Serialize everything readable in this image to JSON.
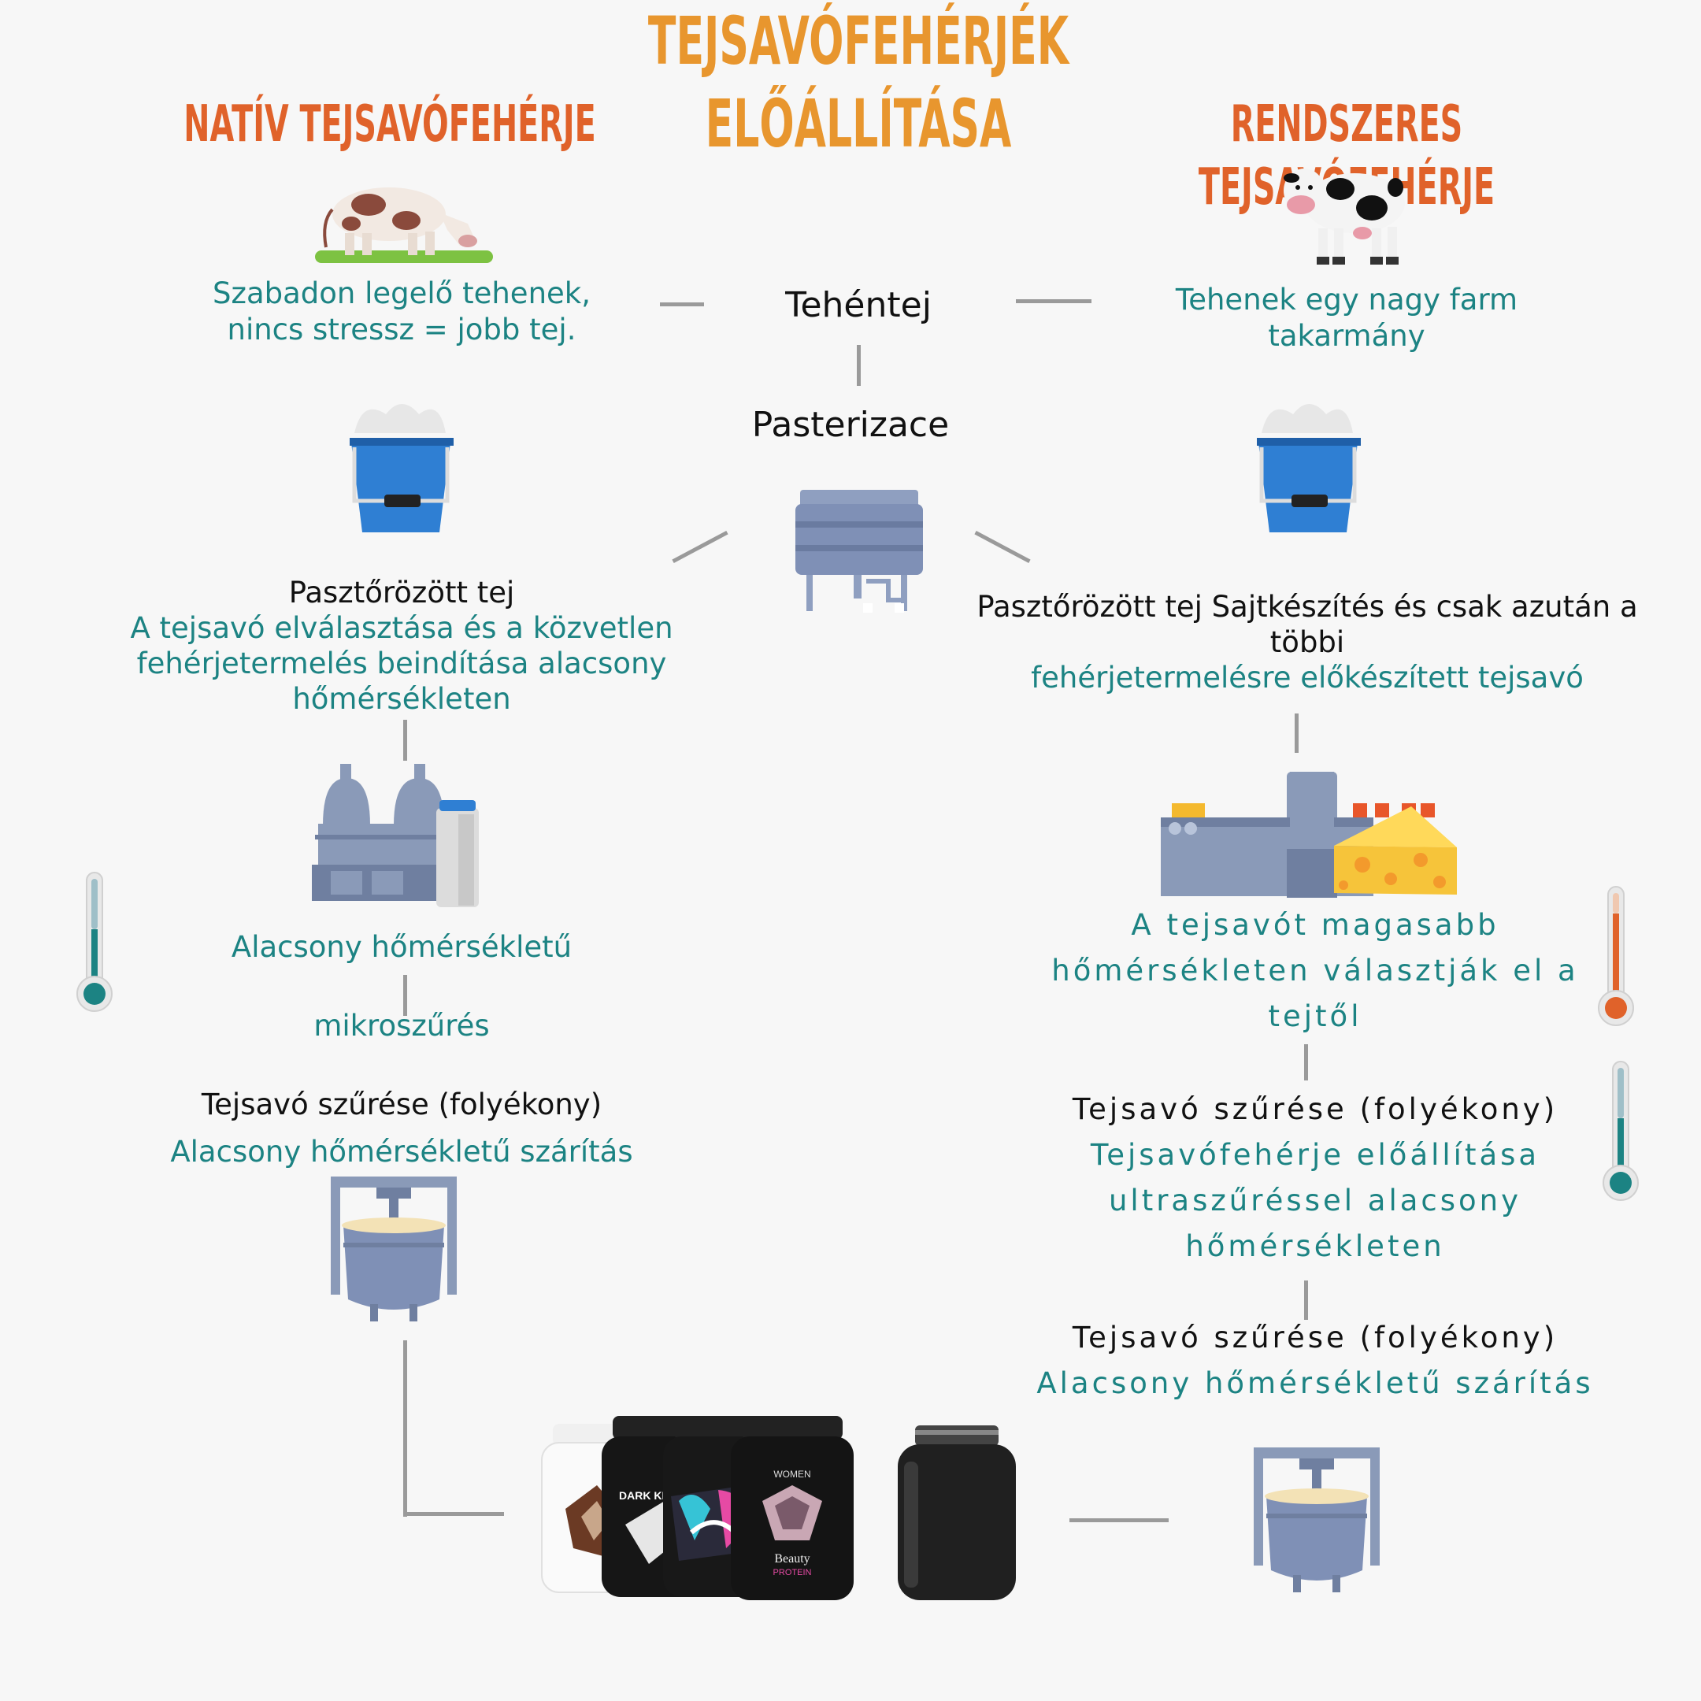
{
  "header": {
    "main_title": "TEJSAVÓFEHÉRJÉK ELŐÁLLÍTÁSA",
    "left_title": "NATÍV TEJSAVÓFEHÉRJE",
    "right_title": "RENDSZERES TEJSAVÓFEHÉRJE"
  },
  "center": {
    "milk": "Tehéntej",
    "pasteurization": "Pasterizace"
  },
  "left": {
    "cows_l1": "Szabadon legelő tehenek,",
    "cows_l2": "nincs stressz = jobb tej.",
    "past_title": "Pasztőrözött tej",
    "past_desc_l1": "A tejsavó elválasztása és a közvetlen",
    "past_desc_l2": "fehérjetermelés beindítása alacsony",
    "past_desc_l3": "hőmérsékleten",
    "lowtemp": "Alacsony hőmérsékletű",
    "micro": "mikroszűrés",
    "whey_title": "Tejsavó szűrése (folyékony)",
    "whey_desc": "Alacsony hőmérsékletű szárítás"
  },
  "right": {
    "cows_l1": "Tehenek egy nagy farm",
    "cows_l2": "takarmány",
    "past_title_l1": "Pasztőrözött tej Sajtkészítés és csak azután a",
    "past_title_l2": "többi",
    "past_desc": "fehérjetermelésre előkészített tejsavó",
    "hightemp_l1": "A tejsavót magasabb",
    "hightemp_l2": "hőmérsékleten választják el a",
    "hightemp_l3": "tejtől",
    "whey1_title": "Tejsavó szűrése (folyékony)",
    "whey1_desc_l1": "Tejsavófehérje előállítása",
    "whey1_desc_l2": "ultraszűréssel alacsony",
    "whey1_desc_l3": "hőmérsékleten",
    "whey2_title": "Tejsavó szűrése (folyékony)",
    "whey2_desc": "Alacsony hőmérsékletű szárítás"
  },
  "products": {
    "tub2_label": "DARK KN",
    "tub4_brand": "WOMEN",
    "tub4_label": "Beauty",
    "tub4_sub": "PROTEIN"
  },
  "colors": {
    "title_orange": "#e8962e",
    "subtitle_orange": "#e0622a",
    "teal": "#1c8383",
    "line_gray": "#9a9a9a"
  },
  "icons": [
    "cow-grazing-icon",
    "cow-standing-icon",
    "milk-bucket-icon",
    "pasteurizer-icon",
    "dairy-tanks-icon",
    "cheese-factory-icon",
    "thermometer-icon",
    "dryer-vat-icon",
    "protein-tub-icon"
  ]
}
